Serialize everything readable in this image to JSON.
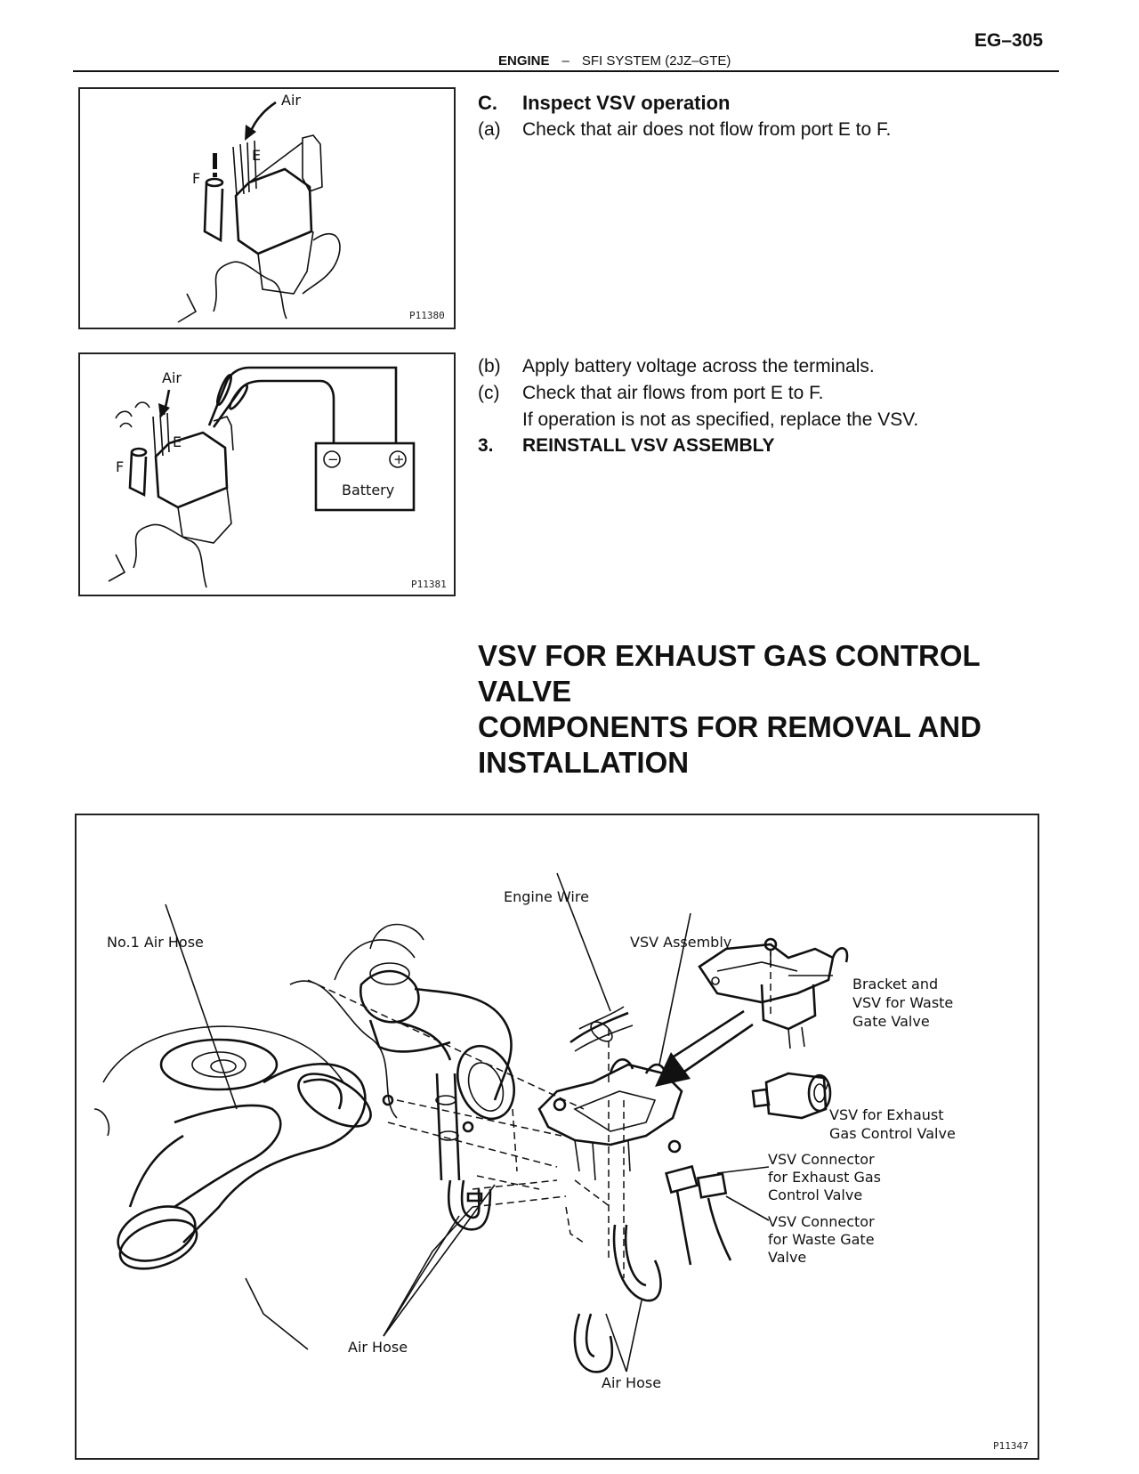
{
  "header": {
    "page_number": "EG–305",
    "section_bold": "ENGINE",
    "separator": "–",
    "section_rest": "SFI SYSTEM (2JZ–GTE)"
  },
  "figure1": {
    "label_air": "Air",
    "label_e": "E",
    "label_f": "F",
    "code": "P11380"
  },
  "figure2": {
    "label_air": "Air",
    "label_e": "E",
    "label_f": "F",
    "battery_label": "Battery",
    "minus": "−",
    "plus": "+",
    "code": "P11381"
  },
  "step_c": {
    "letter": "C.",
    "title": "Inspect VSV operation",
    "a_label": "(a)",
    "a_text": "Check that air does not flow from port E to F.",
    "b_label": "(b)",
    "b_text": "Apply battery voltage across the terminals.",
    "c_label": "(c)",
    "c_text": "Check that air flows from port E to F.",
    "c_note": "If operation is not as specified, replace the VSV.",
    "reinstall_num": "3.",
    "reinstall_text": "REINSTALL VSV ASSEMBLY"
  },
  "heading": {
    "line1": "VSV FOR EXHAUST GAS CONTROL",
    "line2": "VALVE",
    "line3": "COMPONENTS FOR REMOVAL AND",
    "line4": "INSTALLATION"
  },
  "diagram": {
    "engine_wire": "Engine Wire",
    "no1_air_hose": "No.1 Air Hose",
    "vsv_assembly": "VSV Assembly",
    "bracket_line1": "Bracket and",
    "bracket_line2": "VSV for Waste",
    "bracket_line3": "Gate Valve",
    "vsv_exh_line1": "VSV for Exhaust",
    "vsv_exh_line2": "Gas Control Valve",
    "conn_exh_line1": "VSV Connector",
    "conn_exh_line2": "for Exhaust Gas",
    "conn_exh_line3": "Control Valve",
    "conn_wg_line1": "VSV Connector",
    "conn_wg_line2": "for Waste Gate",
    "conn_wg_line3": "Valve",
    "air_hose_left": "Air Hose",
    "air_hose_bottom": "Air Hose",
    "code": "P11347"
  }
}
